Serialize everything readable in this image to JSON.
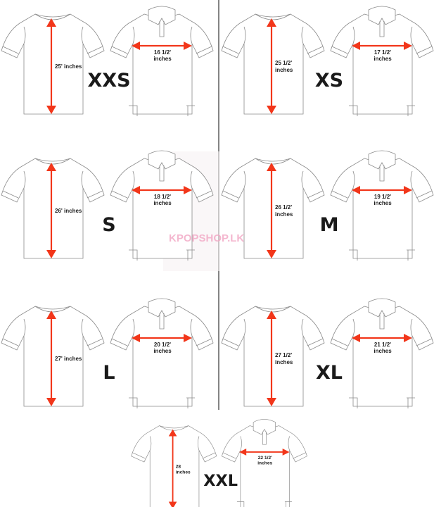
{
  "watermark": "KPOPSHOP.LK",
  "colors": {
    "arrow": "#f2361a",
    "outline": "#8a8a8a",
    "divider": "#333333"
  },
  "sizes": [
    {
      "size": "XXS",
      "length": [
        "25' inches"
      ],
      "chest": [
        "16 1/2'",
        "inches"
      ]
    },
    {
      "size": "XS",
      "length": [
        "25 1/2'",
        "inches"
      ],
      "chest": [
        "17 1/2'",
        "inches"
      ]
    },
    {
      "size": "S",
      "length": [
        "26' inches"
      ],
      "chest": [
        "18 1/2'",
        "inches"
      ]
    },
    {
      "size": "M",
      "length": [
        "26 1/2'",
        "inches"
      ],
      "chest": [
        "19 1/2'",
        "inches"
      ]
    },
    {
      "size": "L",
      "length": [
        "27' inches"
      ],
      "chest": [
        "20 1/2'",
        "inches"
      ]
    },
    {
      "size": "XL",
      "length": [
        "27 1/2'",
        "inches"
      ],
      "chest": [
        "21 1/2'",
        "inches"
      ]
    },
    {
      "size": "XXL",
      "length": [
        "28",
        "inches"
      ],
      "chest": [
        "22 1/2'",
        "inches"
      ]
    }
  ]
}
